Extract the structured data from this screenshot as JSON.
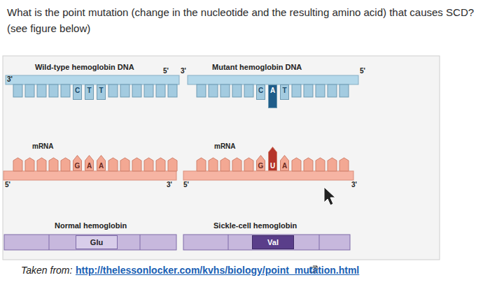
{
  "diagram": {
    "title": "What is the point mutation (change in the nucleotide and the resulting amino acid) that causes SCD? (see figure below)",
    "caption": "Taken from:",
    "nodes": [
      {
        "text": [
          "C"
        ]
      },
      {
        "text": [
          "T"
        ]
      },
      {
        "text": [
          "T"
        ]
      },
      {
        "text": [
          "C"
        ]
      },
      {
        "text": [
          "A"
        ]
      },
      {
        "text": [
          "T"
        ]
      },
      {
        "text": [
          "G"
        ]
      },
      {
        "text": [
          "A"
        ]
      },
      {
        "text": [
          "A"
        ]
      },
      {
        "text": [
          "G"
        ]
      },
      {
        "text": [
          "U"
        ]
      },
      {
        "text": [
          "A"
        ]
      },
      {
        "text": [
          "Glu"
        ]
      },
      {
        "text": [
          "Val"
        ]
      }
    ],
    "labels": [
      "Wild-type hemoglobin DNA",
      "Mutant hemoglobin DNA",
      "3'",
      "5'",
      "3'",
      "5'",
      "mRNA",
      "mRNA",
      "5'",
      "3'",
      "5'",
      "3'",
      "Normal hemoglobin",
      "Sickle-cell hemoglobin",
      "http://thelessonlocker.com/kvhs/biology/point_mutation.html"
    ]
  }
}
